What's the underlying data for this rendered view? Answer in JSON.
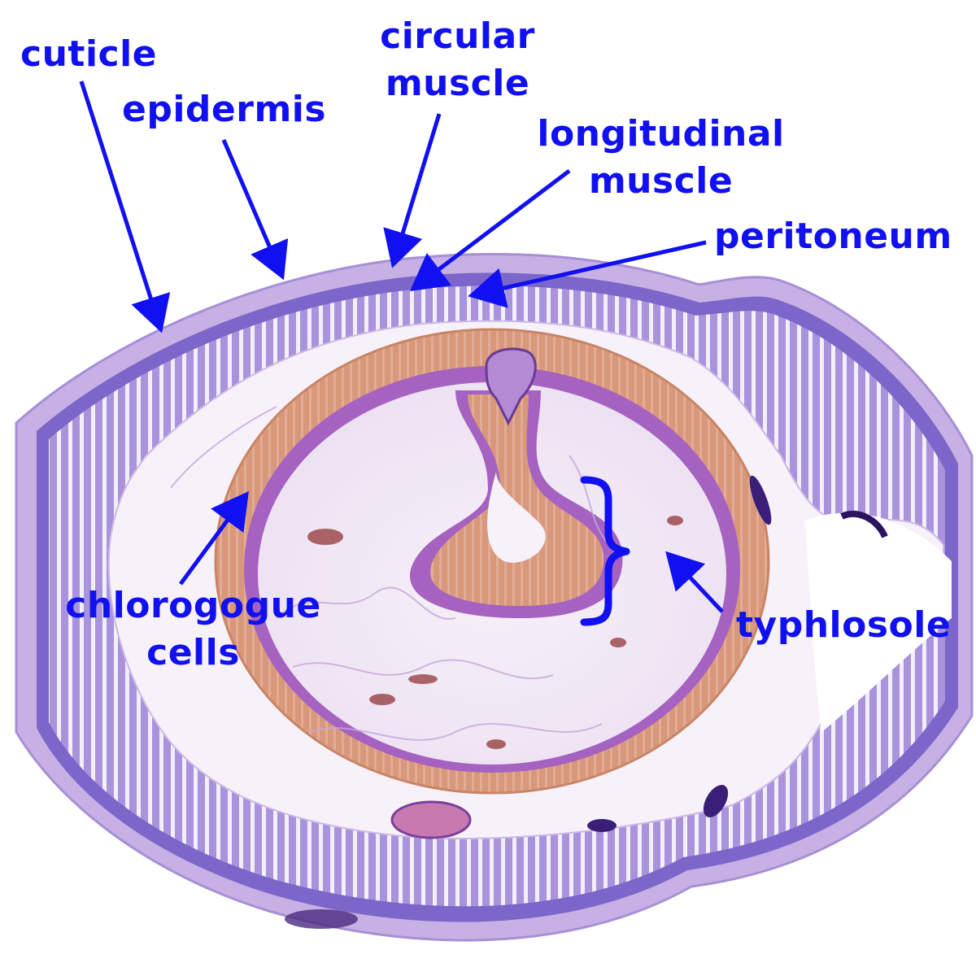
{
  "figure": {
    "kind": "earthworm cross-section micrograph",
    "palette": {
      "label": "#1010f0",
      "body_wall": "#7b63c6",
      "cuticle": "#c9b3e6",
      "muscle_band": "#b7a3e0",
      "gut_chlorogogue": "#d99a7c",
      "gut_lining": "#8b3fb0",
      "coelom": "#f4eef8"
    }
  },
  "labels": {
    "cuticle": "cuticle",
    "epidermis": "epidermis",
    "circular_muscle": "circular\nmuscle",
    "longitudinal_muscle": "longitudinal\nmuscle",
    "peritoneum": "peritoneum",
    "chlorogogue_cells": "chlorogogue\ncells",
    "typhlosole": "typhlosole"
  }
}
